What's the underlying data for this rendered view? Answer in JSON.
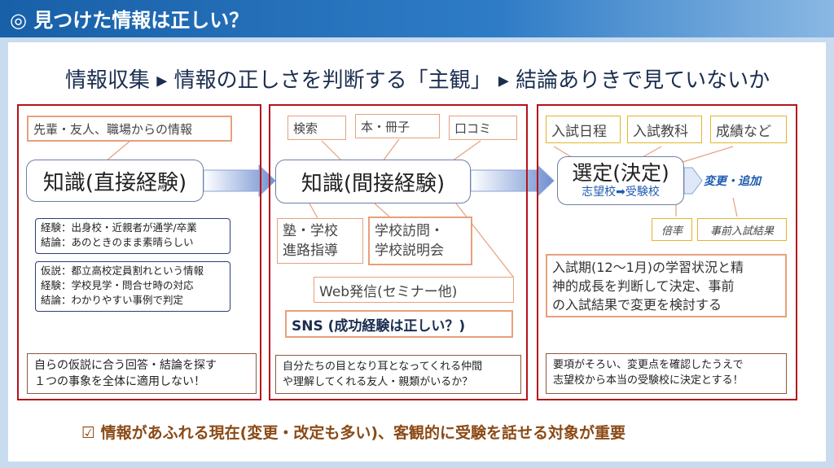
{
  "header": {
    "title": "◎ 見つけた情報は正しい？"
  },
  "subtitle": "情報収集 ▸ 情報の正しさを判断する「主観」 ▸ 結論ありきで見ていないか",
  "col1": {
    "source": "先輩・友人、職場からの情報",
    "knowledge": "知識(直接経験)",
    "note1": "経験：出身校・近親者が通学/卒業\n結論：あのときのまま素晴らしい",
    "note2": "仮説：都立高校定員割れという情報\n経験：学校見学・問合せ時の対応\n結論：わかりやすい事例で判定",
    "footer": "自らの仮説に合う回答・結論を探す\n１つの事象を全体に適用しない！"
  },
  "col2": {
    "search": "検索",
    "books": "本・冊子",
    "reviews": "口コミ",
    "knowledge": "知識(間接経験)",
    "cram": "塾・学校\n進路指導",
    "visit": "学校訪問・\n学校説明会",
    "web": "Web発信(セミナー他)",
    "sns": "SNS (成功経験は正しい？)",
    "footer": "自分たちの目となり耳となってくれる仲間\nや理解してくれる友人・親類がいるか？"
  },
  "col3": {
    "schedule": "入試日程",
    "subjects": "入試教科",
    "grades": "成績など",
    "select": "選定(決定)",
    "select_sub": "志望校➡受験校",
    "change": "変更・追加",
    "ratio": "倍率",
    "pretest": "事前入試結果",
    "desc": "入試期(12〜1月)の学習状況と精\n神的成長を判断して決定、事前\nの入試結果で変更を検討する",
    "footer": "要項がそろい、変更点を確認したうえで\n志望校から本当の受験校に決定とする！"
  },
  "bottom": "☑ 情報があふれる現在(変更・改定も多い)、客観的に受験を話せる対象が重要"
}
